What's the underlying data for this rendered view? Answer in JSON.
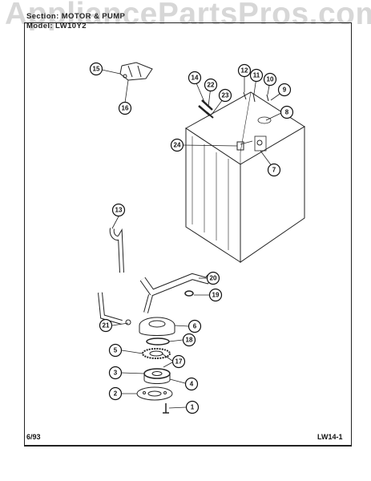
{
  "watermark": "AppliancePartsPros.com",
  "header": {
    "section": "Section:  MOTOR & PUMP",
    "model": "Model:  LW10Y2"
  },
  "footer": {
    "date": "6/93",
    "page_code": "LW14-1"
  },
  "callouts": {
    "c1": "1",
    "c2": "2",
    "c3": "3",
    "c4": "4",
    "c5": "5",
    "c6": "6",
    "c7": "7",
    "c8": "8",
    "c9": "9",
    "c10": "10",
    "c11": "11",
    "c12": "12",
    "c13": "13",
    "c14": "14",
    "c15": "15",
    "c16": "16",
    "c17": "17",
    "c18": "18",
    "c19": "19",
    "c20": "20",
    "c21": "21",
    "c22": "22",
    "c23": "23",
    "c24": "24"
  }
}
